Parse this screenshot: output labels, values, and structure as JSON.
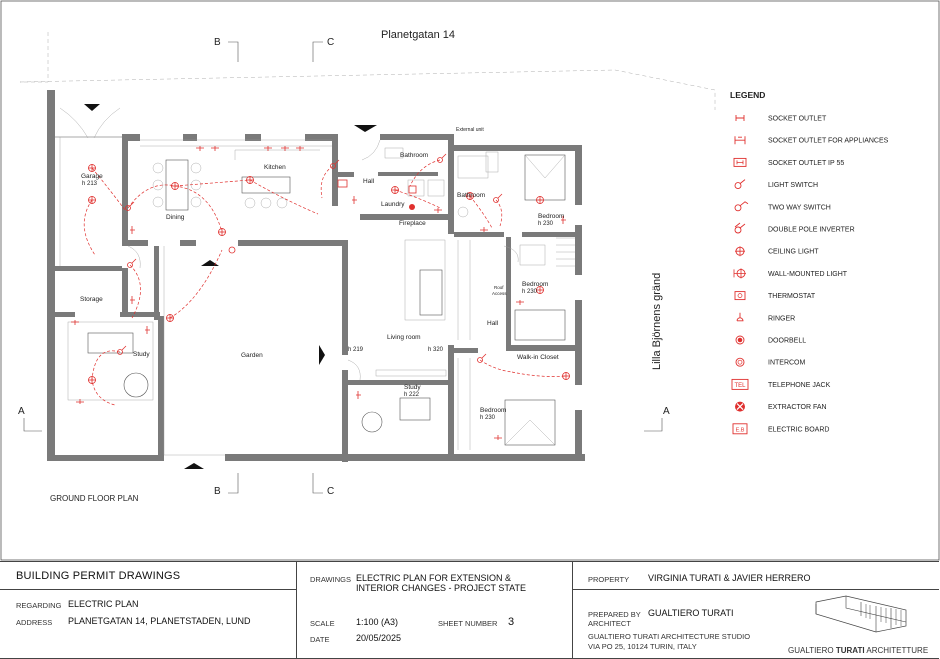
{
  "street_top": "Planetgatan 14",
  "street_right": "Lilla Björnens gränd",
  "plan_title": "GROUND FLOOR PLAN",
  "sections": {
    "b": "B",
    "c": "C",
    "a": "A"
  },
  "rooms": {
    "garage": "Garage",
    "garage_h": "h 213",
    "storage": "Storage",
    "study_left": "Study",
    "dining": "Dining",
    "kitchen": "Kitchen",
    "garden": "Garden",
    "hall_top": "Hall",
    "laundry": "Laundry",
    "bathroom_top": "Bathroom",
    "fireplace": "Fireplace",
    "external_unit": "External unit",
    "bathroom_mid": "Bathroom",
    "bedroom_1": "Bedroom",
    "bedroom_1_h": "h 230",
    "bedroom_2": "Bedroom",
    "bedroom_2_h": "h 230",
    "roof_access_1": "Roof",
    "roof_access_2": "Access",
    "hall_mid": "Hall",
    "living_room": "Living room",
    "h219": "h 219",
    "h320": "h 320",
    "walkin": "Walk-in Closet",
    "study_mid": "Study",
    "study_mid_h": "h 222",
    "bedroom_3": "Bedroom",
    "bedroom_3_h": "h 230"
  },
  "legend": {
    "title": "LEGEND",
    "items": [
      {
        "label": "SOCKET OUTLET",
        "icon": "socket-outlet-icon"
      },
      {
        "label": "SOCKET OUTLET FOR APPLIANCES",
        "icon": "socket-appliance-icon"
      },
      {
        "label": "SOCKET OUTLET IP 55",
        "icon": "socket-ip55-icon"
      },
      {
        "label": "LIGHT SWITCH",
        "icon": "light-switch-icon"
      },
      {
        "label": "TWO WAY SWITCH",
        "icon": "two-way-switch-icon"
      },
      {
        "label": "DOUBLE POLE INVERTER",
        "icon": "double-pole-inverter-icon"
      },
      {
        "label": "CEILING LIGHT",
        "icon": "ceiling-light-icon"
      },
      {
        "label": "WALL-MOUNTED LIGHT",
        "icon": "wall-light-icon"
      },
      {
        "label": "THERMOSTAT",
        "icon": "thermostat-icon"
      },
      {
        "label": "RINGER",
        "icon": "ringer-icon"
      },
      {
        "label": "DOORBELL",
        "icon": "doorbell-icon"
      },
      {
        "label": "INTERCOM",
        "icon": "intercom-icon"
      },
      {
        "label": "TELEPHONE JACK",
        "icon": "telephone-jack-icon",
        "glyph": "TEL"
      },
      {
        "label": "EXTRACTOR FAN",
        "icon": "extractor-fan-icon"
      },
      {
        "label": "ELECTRIC BOARD",
        "icon": "electric-board-icon",
        "glyph": "E.B"
      }
    ]
  },
  "titleblock": {
    "heading": "BUILDING PERMIT DRAWINGS",
    "regarding_label": "REGARDING",
    "regarding_value": "ELECTRIC PLAN",
    "address_label": "ADDRESS",
    "address_value": "PLANETGATAN 14, PLANETSTADEN, LUND",
    "drawings_label": "DRAWINGS",
    "drawings_value_1": "ELECTRIC PLAN FOR EXTENSION &",
    "drawings_value_2": "INTERIOR CHANGES - PROJECT STATE",
    "scale_label": "SCALE",
    "scale_value": "1:100 (A3)",
    "sheet_label": "SHEET NUMBER",
    "sheet_value": "3",
    "date_label": "DATE",
    "date_value": "20/05/2025",
    "property_label": "PROPERTY",
    "property_value": "VIRGINIA TURATI & JAVIER HERRERO",
    "prepared_label_1": "PREPARED BY",
    "prepared_label_2": "ARCHITECT",
    "prepared_value": "GUALTIERO TURATI",
    "studio_line_1": "GUALTIERO TURATI ARCHITECTURE STUDIO",
    "studio_line_2": "VIA PO 25, 10124 TURIN, ITALY",
    "logo_text_1": "GUALTIERO ",
    "logo_text_2": "TURATI",
    "logo_text_3": " ARCHITETTURE"
  },
  "colors": {
    "accent": "#e0302e",
    "wall": "#7a7a7a",
    "line": "#444444"
  }
}
